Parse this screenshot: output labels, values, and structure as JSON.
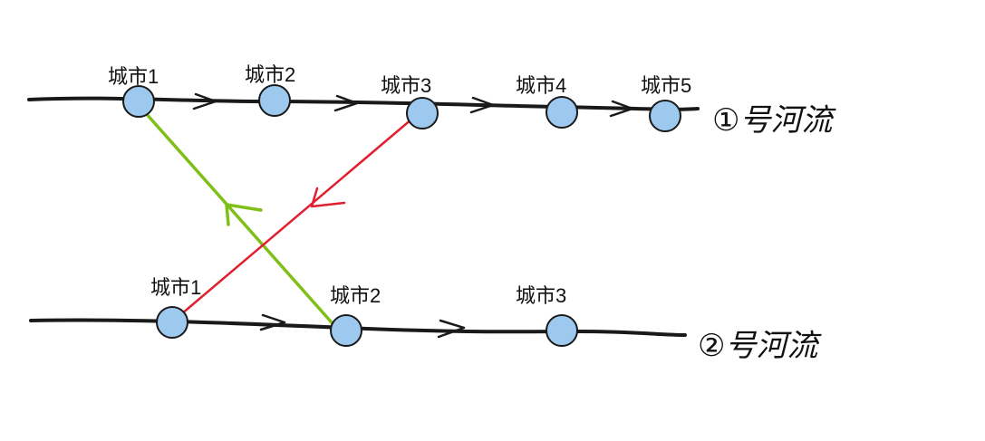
{
  "colors": {
    "node_fill": "#9ec9ee",
    "green_link": "#7ec018",
    "red_link": "#e02030",
    "river": "#1a1a1a"
  },
  "rivers": [
    {
      "name": "①号河流",
      "cities": [
        "城市1",
        "城市2",
        "城市3",
        "城市4",
        "城市5"
      ]
    },
    {
      "name": "②号河流",
      "cities": [
        "城市1",
        "城市2",
        "城市3"
      ]
    }
  ],
  "links": [
    {
      "from": "②号河流 城市2",
      "to": "①号河流 城市1",
      "color": "green"
    },
    {
      "from": "①号河流 城市3",
      "to": "②号河流 城市1",
      "color": "red"
    }
  ]
}
